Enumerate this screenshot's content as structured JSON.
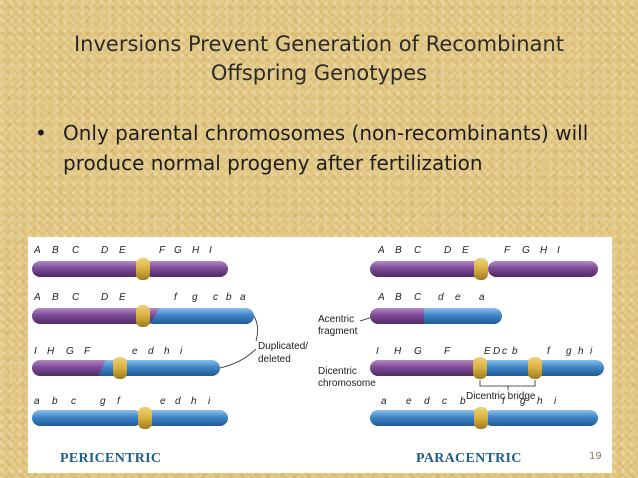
{
  "title": {
    "line1": "Inversions Prevent Generation of Recombinant",
    "line2": "Offspring Genotypes"
  },
  "bullet": {
    "marker": "•",
    "text": "Only parental chromosomes (non-recombinants) will produce normal progeny after fertilization"
  },
  "figure": {
    "left_rows": [
      {
        "labels": [
          "A",
          "B",
          "C",
          "D",
          "E",
          "F",
          "G",
          "H",
          "I"
        ]
      },
      {
        "labels": [
          "A",
          "B",
          "C",
          "D",
          "E",
          "f",
          "g",
          "c",
          "b",
          "a"
        ]
      },
      {
        "labels": [
          "I",
          "H",
          "G",
          "F",
          "e",
          "d",
          "h",
          "i"
        ]
      },
      {
        "labels": [
          "a",
          "b",
          "c",
          "g",
          "f",
          "e",
          "d",
          "h",
          "i"
        ]
      }
    ],
    "right_rows": [
      {
        "labels": [
          "A",
          "B",
          "C",
          "D",
          "E",
          "F",
          "G",
          "H",
          "I"
        ]
      },
      {
        "labels": [
          "A",
          "B",
          "C",
          "d",
          "e",
          "a"
        ]
      },
      {
        "labels": [
          "I",
          "H",
          "G",
          "F",
          "E",
          "D",
          "c",
          "b",
          "f",
          "g",
          "h",
          "i"
        ]
      },
      {
        "labels": [
          "a",
          "e",
          "d",
          "c",
          "b",
          "f",
          "g",
          "h",
          "i"
        ]
      }
    ],
    "annotations": {
      "duplicated": "Duplicated/",
      "deleted": "deleted",
      "acentric1": "Acentric",
      "acentric2": "fragment",
      "dicentric1": "Dicentric",
      "dicentric2": "chromosome",
      "bridge": "Dicentric bridge"
    },
    "colors": {
      "purple": "#7e4a97",
      "blue": "#3f86c8",
      "centromere": "#d8b040"
    }
  },
  "footer": {
    "left_label": "PERICENTRIC",
    "right_label": "PARACENTRIC",
    "page_number": "19"
  }
}
